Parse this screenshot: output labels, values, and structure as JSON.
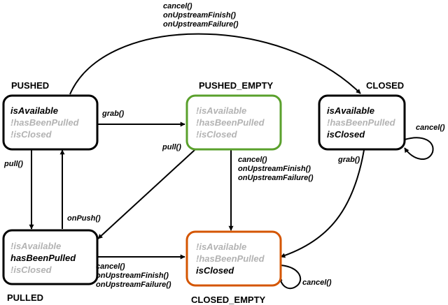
{
  "colors": {
    "active": "#000000",
    "inactive": "#b3b3b3",
    "border_default": "#000000",
    "border_pushed_empty": "#5aa02c",
    "border_closed_empty": "#d45500"
  },
  "states": {
    "pushed": {
      "title": "PUSHED",
      "lines": [
        {
          "text": "isAvailable",
          "active": true
        },
        {
          "text": "!hasBeenPulled",
          "active": false
        },
        {
          "text": "!isClosed",
          "active": false
        }
      ]
    },
    "pushed_empty": {
      "title": "PUSHED_EMPTY",
      "lines": [
        {
          "text": "!isAvailable",
          "active": false
        },
        {
          "text": "!hasBeenPulled",
          "active": false
        },
        {
          "text": "!isClosed",
          "active": false
        }
      ]
    },
    "closed": {
      "title": "CLOSED",
      "lines": [
        {
          "text": "isAvailable",
          "active": true
        },
        {
          "text": "!hasBeenPulled",
          "active": false
        },
        {
          "text": "isClosed",
          "active": true
        }
      ]
    },
    "pulled": {
      "title": "PULLED",
      "lines": [
        {
          "text": "!isAvailable",
          "active": false
        },
        {
          "text": "hasBeenPulled",
          "active": true
        },
        {
          "text": "!isClosed",
          "active": false
        }
      ]
    },
    "closed_empty": {
      "title": "CLOSED_EMPTY",
      "lines": [
        {
          "text": "!isAvailable",
          "active": false
        },
        {
          "text": "!hasBeenPulled",
          "active": false
        },
        {
          "text": "isClosed",
          "active": true
        }
      ]
    }
  },
  "transitions": {
    "pushed_to_closed": [
      "cancel()",
      "onUpstreamFinish()",
      "onUpstreamFailure()"
    ],
    "pushed_to_pushed_empty": [
      "grab()"
    ],
    "pushed_to_pulled": [
      "pull()"
    ],
    "pulled_to_pushed": [
      "onPush()"
    ],
    "pushed_empty_to_pulled": [
      "pull()"
    ],
    "pushed_empty_to_closed_empty": [
      "cancel()",
      "onUpstreamFinish()",
      "onUpstreamFailure()"
    ],
    "pulled_to_closed_empty": [
      "cancel()",
      "onUpstreamFinish()",
      "onUpstreamFailure()"
    ],
    "closed_self": [
      "cancel()"
    ],
    "closed_to_closed_empty": [
      "grab()"
    ],
    "closed_empty_self": [
      "cancel()"
    ]
  }
}
